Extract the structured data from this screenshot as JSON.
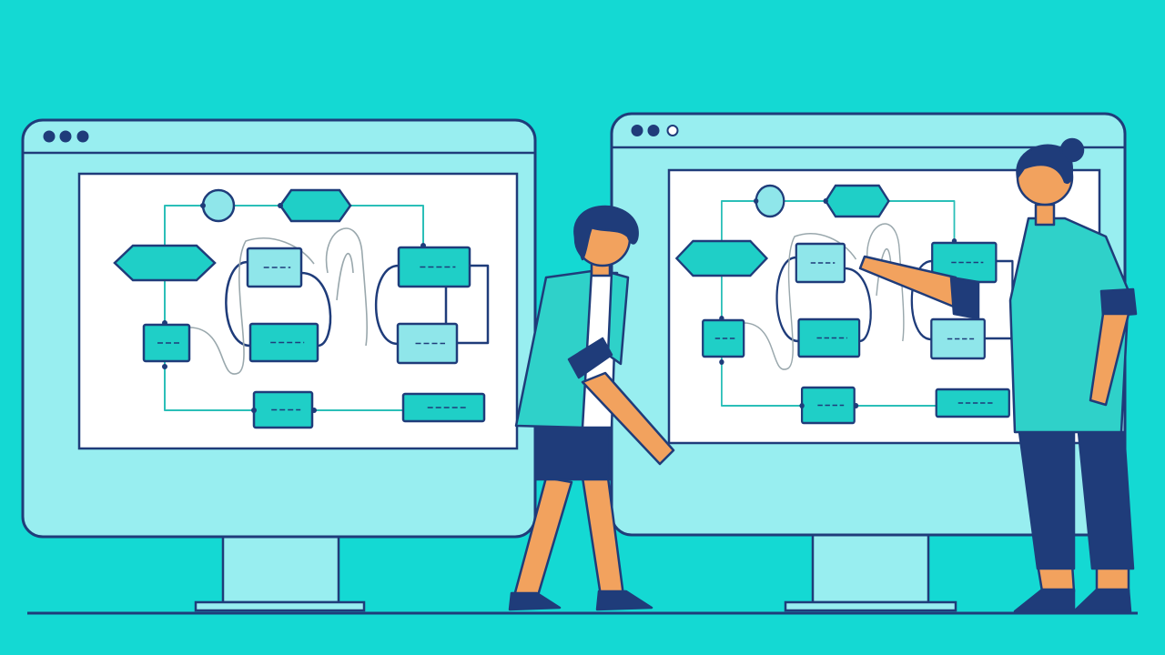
{
  "scene": {
    "description_label": "",
    "colors": {
      "background": "#14d9d3",
      "screen_frame": "#98eef0",
      "outline": "#1f3c7a",
      "canvas": "#ffffff",
      "node_fill": "#1fcfc7",
      "node_light": "#8fe6ea",
      "connector": "#2bbfb8",
      "wire": "#9aa8ad",
      "skin": "#f2a25e",
      "navy": "#1b2f78",
      "jacket": "#2fd1c9",
      "shirt": "#ffffff"
    },
    "monitors": [
      {
        "id": "left-monitor",
        "window_dots": 3
      },
      {
        "id": "right-monitor",
        "window_dots": 3
      }
    ],
    "people": [
      {
        "id": "person-left",
        "pose": "reaching"
      },
      {
        "id": "person-right",
        "pose": "pointing"
      }
    ]
  }
}
